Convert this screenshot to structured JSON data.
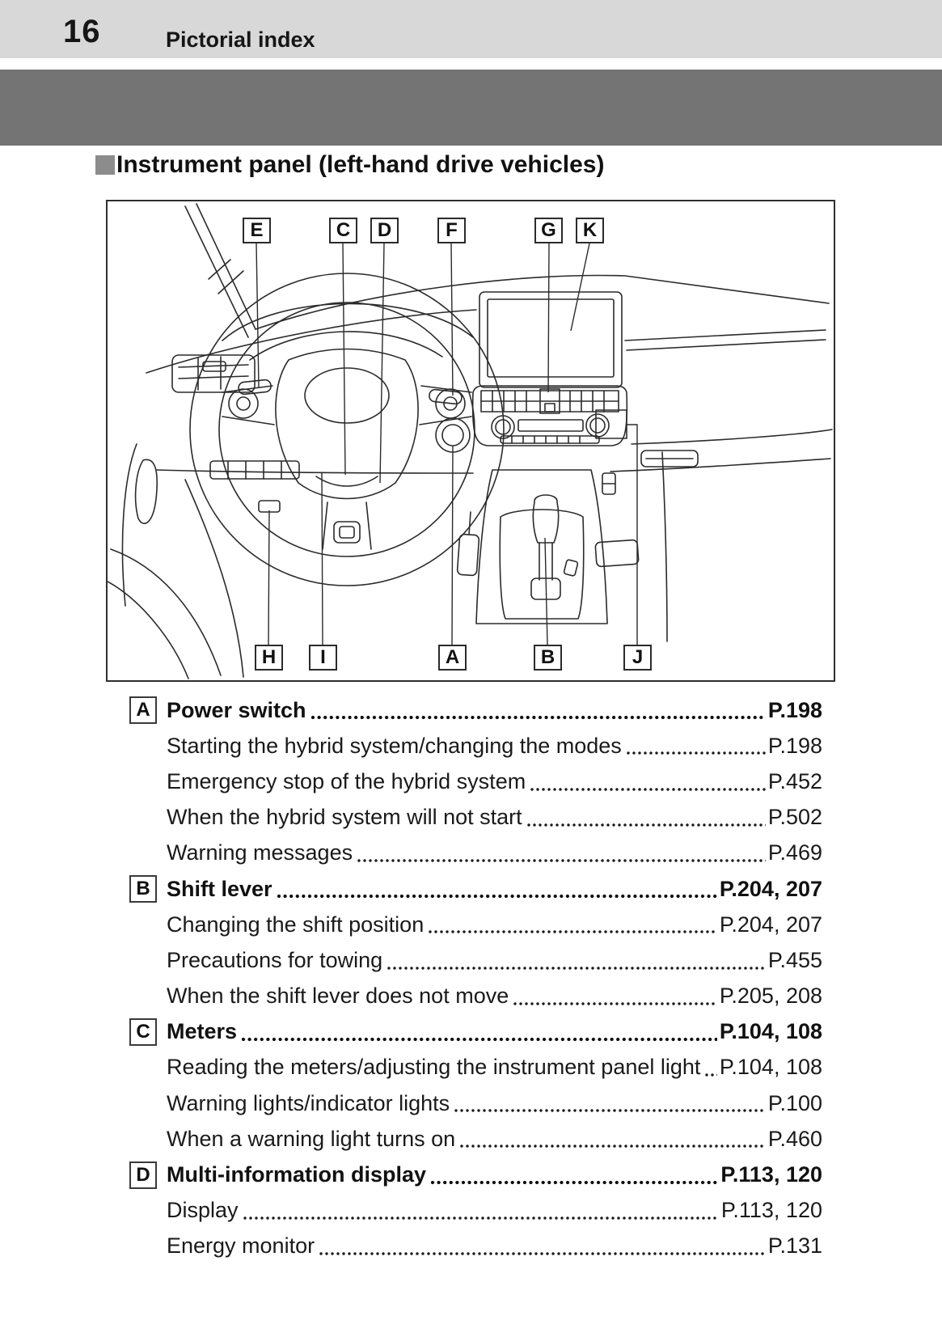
{
  "page": {
    "number": "16",
    "header_title": "Pictorial index",
    "section_heading": "Instrument panel (left-hand drive vehicles)"
  },
  "figure": {
    "description": "Line drawing of dashboard, steering wheel, center display and shift lever",
    "top_callouts": [
      "E",
      "C",
      "D",
      "F",
      "G",
      "K"
    ],
    "bottom_callouts": [
      "H",
      "I",
      "A",
      "B",
      "J"
    ]
  },
  "index": {
    "sections": [
      {
        "badge": "A",
        "title": "Power switch",
        "pages": "P.198",
        "items": [
          {
            "label": "Starting the hybrid system/changing the modes",
            "pages": "P.198"
          },
          {
            "label": "Emergency stop of the hybrid system",
            "pages": "P.452"
          },
          {
            "label": "When the hybrid system will not start",
            "pages": "P.502"
          },
          {
            "label": "Warning messages",
            "pages": "P.469"
          }
        ]
      },
      {
        "badge": "B",
        "title": "Shift lever",
        "pages": "P.204, 207",
        "items": [
          {
            "label": "Changing the shift position",
            "pages": "P.204, 207"
          },
          {
            "label": "Precautions for towing",
            "pages": "P.455"
          },
          {
            "label": "When the shift lever does not move",
            "pages": "P.205, 208"
          }
        ]
      },
      {
        "badge": "C",
        "title": "Meters",
        "pages": "P.104, 108",
        "items": [
          {
            "label": "Reading the meters/adjusting the instrument panel light",
            "pages": "P.104, 108"
          },
          {
            "label": "Warning lights/indicator lights",
            "pages": "P.100"
          },
          {
            "label": "When a warning light turns on",
            "pages": "P.460"
          }
        ]
      },
      {
        "badge": "D",
        "title": "Multi-information display",
        "pages": "P.113, 120",
        "items": [
          {
            "label": "Display",
            "pages": "P.113, 120"
          },
          {
            "label": "Energy monitor",
            "pages": "P.131"
          }
        ]
      }
    ]
  },
  "colors": {
    "header_bar": "#d8d8d8",
    "title_band": "#747474",
    "heading_square": "#8c8c8c",
    "ink": "#1a1a1a"
  }
}
